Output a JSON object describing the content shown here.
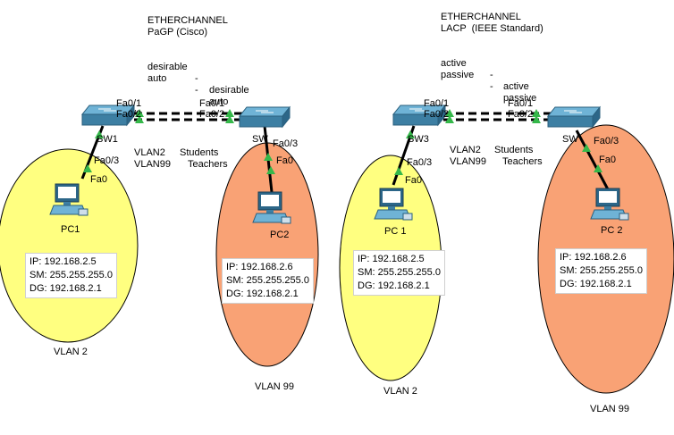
{
  "left": {
    "note": {
      "line1": "ETHERCHANNEL",
      "line2": "PaGP (Cisco)",
      "mode1_a": "desirable",
      "mode1_sep": "-",
      "mode1_b": "desirable",
      "mode2_a": "auto",
      "mode2_sep": "-",
      "mode2_b": "auto"
    },
    "sw_left": "SW1",
    "sw_right": "SW",
    "ports": {
      "top_left_1": "Fa0/1",
      "top_left_2": "Fa0/2",
      "top_right_1": "Fa0/1",
      "top_right_2": "Fa0/2",
      "down_left": "Fa0/3",
      "pc_left": "Fa0",
      "down_right": "Fa0/3",
      "pc_right": "Fa0"
    },
    "vlan_table": {
      "v1": "VLAN2",
      "n1": "Students",
      "v2": "VLAN99",
      "n2": "Teachers"
    },
    "pc_a": {
      "name": "PC1",
      "ip": "IP: 192.168.2.5",
      "sm": "SM: 255.255.255.0",
      "dg": "DG: 192.168.2.1",
      "vlan": "VLAN 2"
    },
    "pc_b": {
      "name": "PC2",
      "ip": "IP: 192.168.2.6",
      "sm": "SM: 255.255.255.0",
      "dg": "DG: 192.168.2.1",
      "vlan": "VLAN 99"
    }
  },
  "right": {
    "note": {
      "line1": "ETHERCHANNEL",
      "line2": "LACP  (IEEE Standard)",
      "mode1_a": "active",
      "mode1_sep": "-",
      "mode1_b": "active",
      "mode2_a": "passive",
      "mode2_sep": "-",
      "mode2_b": "passive"
    },
    "sw_left": "SW3",
    "sw_right": "SW",
    "ports": {
      "top_left_1": "Fa0/1",
      "top_left_2": "Fa0/2",
      "top_right_1": "Fa0/1",
      "top_right_2": "Fa0/2",
      "down_left": "Fa0/3",
      "pc_left": "Fa0",
      "down_right": "Fa0/3",
      "pc_right": "Fa0"
    },
    "vlan_table": {
      "v1": "VLAN2",
      "n1": "Students",
      "v2": "VLAN99",
      "n2": "Teachers"
    },
    "pc_a": {
      "name": "PC 1",
      "ip": "IP: 192.168.2.5",
      "sm": "SM: 255.255.255.0",
      "dg": "DG: 192.168.2.1",
      "vlan": "VLAN 2"
    },
    "pc_b": {
      "name": "PC 2",
      "ip": "IP: 192.168.2.6",
      "sm": "SM: 255.255.255.0",
      "dg": "DG: 192.168.2.1",
      "vlan": "VLAN 99"
    }
  },
  "colors": {
    "vlan2": "#ffff80",
    "vlan99": "#f9a275",
    "link_up": "#35b84a",
    "switch": "#3d7fa3"
  },
  "icons": {
    "switch": "switch-icon",
    "pc": "desktop-pc-icon",
    "link_status": "triangle-link-up-icon"
  }
}
